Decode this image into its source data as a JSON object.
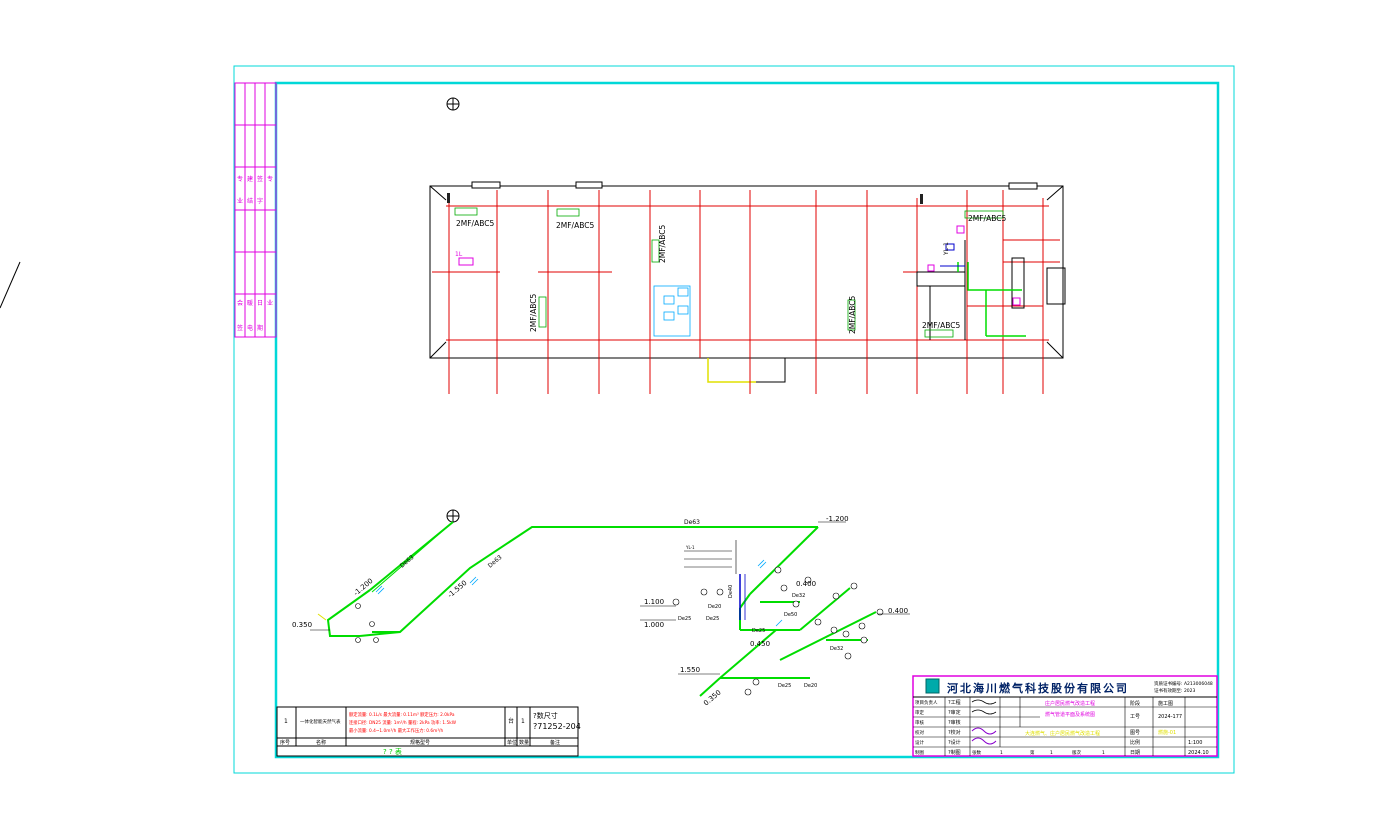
{
  "floor_plan": {
    "labels": {
      "a": "2MF/ABC5",
      "b": "2MF/ABC5",
      "c": "2MF/ABC5",
      "d": "2MF/ABC5",
      "e": "2MF/ABC5",
      "f": "2MF/ABC5",
      "g": "2MF/ABC5"
    },
    "riser_label": "YL-1",
    "marker": "1L"
  },
  "isometric": {
    "left": {
      "elev_start": "0.350",
      "elev_a": "-1.200",
      "elev_b": "-1.550",
      "pipe_a": "De63",
      "pipe_b": "De63"
    },
    "top": {
      "pipe": "De63",
      "elev_end": "-1.200"
    },
    "right": {
      "elev_1100": "1.100",
      "elev_1000": "1.000",
      "elev_0450": "0.450",
      "elev_0400a": "0.400",
      "elev_0400b": "0.400",
      "elev_1550": "1.550",
      "elev_0350": "0.350",
      "pipe_de25": "De25",
      "pipe_de32": "De32",
      "pipe_de40": "De40",
      "pipe_de50": "De50",
      "pipe_de20": "De20"
    }
  },
  "table": {
    "row_no": "1",
    "row_name": "一体化智能天然气表",
    "row_specs": [
      "额定流量: 0.1L/s   最大流量: 0.11m³   额定压力: 2.0kPa",
      "连接口径: DN25   流量: 1m³/h   量程: 2kPa   功率: 1.5kW",
      "最小流量: 0.4~1.0m³/h   最大工作压力: 0.6m³/h"
    ],
    "row_unit": "台",
    "row_qty": "1",
    "row_note_1": "?数尺寸",
    "row_note_2": "?71252-204",
    "header": [
      "序号",
      "名称",
      "规格型号",
      "单位",
      "数量",
      "备注"
    ],
    "footer_title": "? ? 表"
  },
  "title_block": {
    "company": "河北海川燃气科技股份有限公司",
    "cert_1": "资质证书编号: A213006048",
    "cert_2": "证书有效期至: 2023",
    "rows": [
      [
        "项目负责人",
        "?工程"
      ],
      [
        "审定",
        "?审定"
      ],
      [
        "审核",
        "?审核"
      ],
      [
        "校对",
        "?校对"
      ],
      [
        "设计",
        "?设计"
      ],
      [
        "制图",
        "?制图"
      ]
    ],
    "project_name": "庄户居民燃气改造工程",
    "drawing_name": "燃气管道平面及系统图",
    "stage_label": "阶段",
    "stage_value": "施工图",
    "job_label": "工号",
    "job_value": "2024-177",
    "sheet_label": "图号",
    "sheet_value": "燃施-01",
    "scale_label": "比例",
    "scale_value": "1:100",
    "date_label": "日期",
    "date_value": "2024.10",
    "yellow_note": "大连燃气、庄户居民燃气改造工程",
    "bottom": [
      "张数",
      "1",
      "第",
      "1",
      "版次",
      "1"
    ]
  },
  "side_strip": {
    "col1": [
      "专",
      "业",
      "会",
      "签"
    ],
    "col2": [
      "建",
      "结",
      "暖",
      "电"
    ],
    "col3": [
      "签",
      "字",
      "日",
      "期"
    ]
  },
  "colors": {
    "frame": "#00d8d8",
    "grid": "#e00000",
    "pipe": "#00dd00",
    "magenta": "#e000e0",
    "yellow": "#e0e000",
    "text_red": "#ff0000",
    "blue": "#0000cc"
  }
}
